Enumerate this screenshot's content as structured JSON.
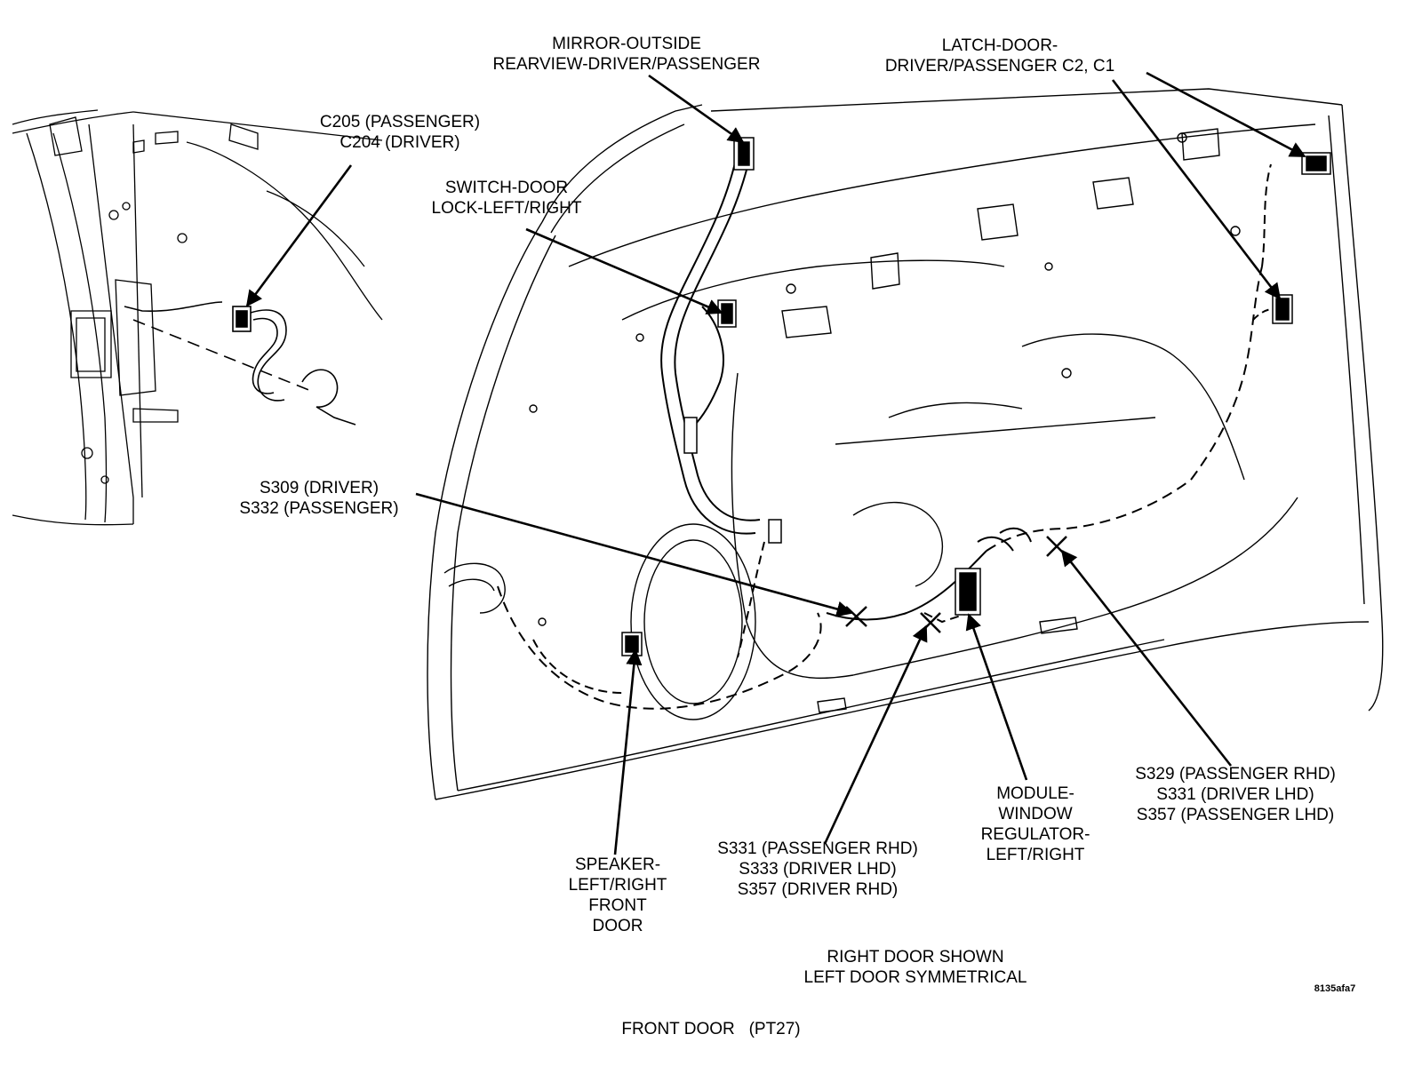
{
  "labels": {
    "mirror": [
      "MIRROR-OUTSIDE",
      "REARVIEW-DRIVER/PASSENGER"
    ],
    "latch": [
      "LATCH-DOOR-",
      "DRIVER/PASSENGER C2, C1"
    ],
    "c205": [
      "C205 (PASSENGER)",
      "C204 (DRIVER)"
    ],
    "switch": [
      "SWITCH-DOOR",
      "LOCK-LEFT/RIGHT"
    ],
    "s309": [
      "S309 (DRIVER)",
      "S332 (PASSENGER)"
    ],
    "s329": [
      "S329 (PASSENGER RHD)",
      "S331 (DRIVER LHD)",
      "S357 (PASSENGER LHD)"
    ],
    "module": [
      "MODULE-",
      "WINDOW",
      "REGULATOR-",
      "LEFT/RIGHT"
    ],
    "s331": [
      "S331 (PASSENGER RHD)",
      "S333 (DRIVER LHD)",
      "S357 (DRIVER RHD)"
    ],
    "speaker": [
      "SPEAKER-",
      "LEFT/RIGHT",
      "FRONT",
      "DOOR"
    ],
    "note": [
      "RIGHT DOOR SHOWN",
      "LEFT DOOR SYMMETRICAL"
    ]
  },
  "figure_code": "8135afa7",
  "caption": "FRONT DOOR   (PT27)"
}
